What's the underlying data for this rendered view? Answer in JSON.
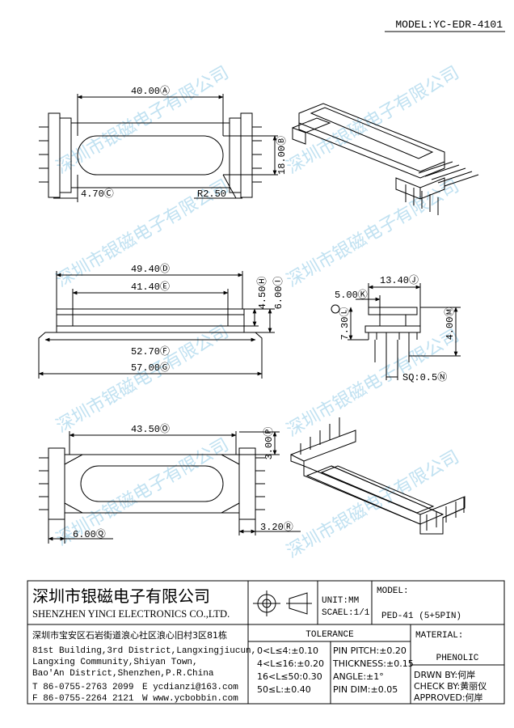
{
  "header": {
    "model": "MODEL:YC-EDR-4101"
  },
  "watermark": "深圳市银磁电子有限公司",
  "dims": {
    "a": "40.00Ⓐ",
    "b": "18.00Ⓑ",
    "c": "4.70Ⓒ",
    "r": "R2.50",
    "d": "49.40Ⓓ",
    "e": "41.40Ⓔ",
    "h": "4.50Ⓗ",
    "i": "6.00Ⓘ",
    "f": "52.70Ⓕ",
    "g": "57.00Ⓖ",
    "j": "13.40Ⓙ",
    "k": "5.00Ⓚ",
    "l": "7.30Ⓛ",
    "m": "4.00Ⓜ",
    "n": "SQ:0.5Ⓝ",
    "o": "43.50Ⓞ",
    "p": "3.00Ⓟ",
    "q": "6.00Ⓠ",
    "rr": "3.20Ⓡ"
  },
  "titleblock": {
    "company_cn": "深圳市银磁电子有限公司",
    "company_en": "SHENZHEN YINCI ELECTRONICS CO.,LTD.",
    "address_cn": "深圳市宝安区石岩街道浪心社区浪心旧村3区81栋",
    "address_en": [
      "81st Building,3rd District,Langxingjiucun,",
      "Langxing Community,Shiyan Town,",
      "Bao'An District,Shenzhen,P.R.China"
    ],
    "tel": "T 86-0755-2763 2099",
    "fax": "F 86-0755-2264 2121",
    "email": "E ycdianzi@163.com",
    "web": "W www.ycbobbin.com",
    "unit": "UNIT:MM",
    "scale": "SCAEL:1/1",
    "model_label": "MODEL:",
    "model_value": "PED-41 (5+5PIN)",
    "tolerance_title": "TOLERANCE",
    "tolerance_left": [
      "0<L≤4:±0.10",
      "4<L≤16:±0.20",
      "16<L≤50:0.30",
      "50≤L:±0.40"
    ],
    "tolerance_right": [
      "PIN PITCH:±0.20",
      "THICKNESS:±0.15",
      "ANGLE:±1°",
      "PIN DIM:±0.05"
    ],
    "material_label": "MATERIAL:",
    "material_value": "PHENOLIC",
    "drawn": "DRWN BY:何岸",
    "check": "CHECK BY:黄丽仪",
    "approved": "APPROVED:何岸"
  }
}
